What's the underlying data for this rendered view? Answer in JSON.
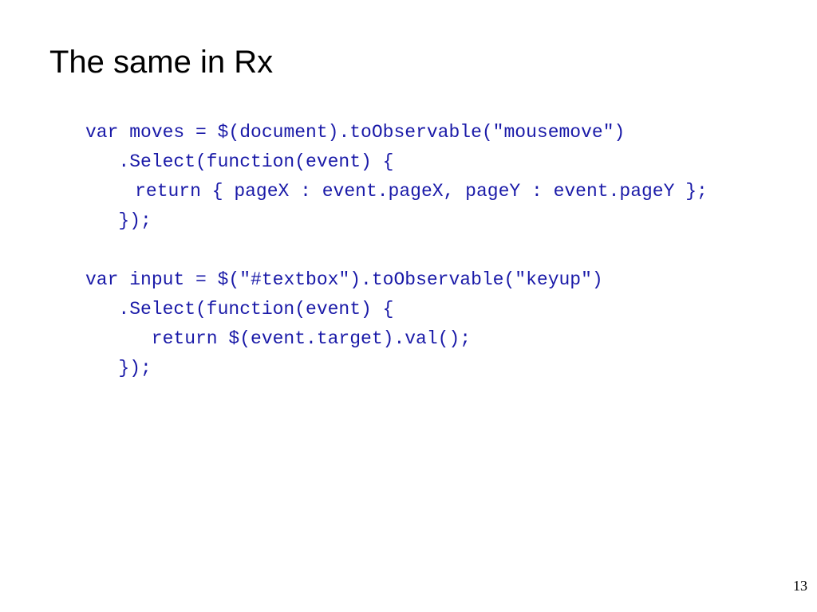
{
  "slide": {
    "title": "The same in Rx",
    "code": [
      {
        "indent": 0,
        "text": "var moves = $(document).toObservable(\"mousemove\")"
      },
      {
        "indent": 3,
        "text": ".Select(function(event) {"
      },
      {
        "indent": 4.5,
        "text": "return { pageX : event.pageX, pageY : event.pageY };"
      },
      {
        "indent": 3,
        "text": "});"
      },
      {
        "indent": 0,
        "text": ""
      },
      {
        "indent": 0,
        "text": "var input = $(\"#textbox\").toObservable(\"keyup\")"
      },
      {
        "indent": 3,
        "text": ".Select(function(event) {"
      },
      {
        "indent": 6,
        "text": "return $(event.target).val();"
      },
      {
        "indent": 3,
        "text": "});"
      }
    ],
    "page_number": "13",
    "code_color": "#1a1aa8"
  }
}
